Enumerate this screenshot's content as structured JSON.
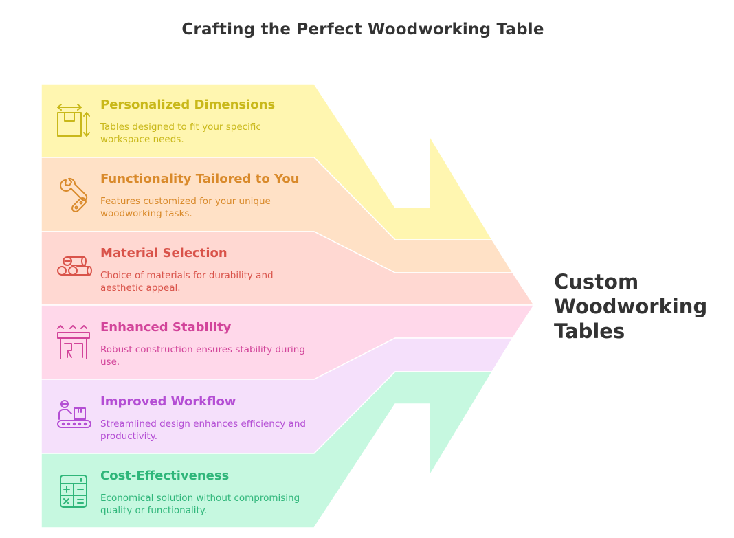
{
  "title": "Crafting the Perfect Woodworking Table",
  "target": {
    "label": "Custom Woodworking Tables"
  },
  "items": [
    {
      "title": "Personalized Dimensions",
      "description": "Tables designed to fit your specific workspace needs.",
      "icon": "resize-box-icon",
      "fill": "#fff6b0",
      "color": "#c9b81a"
    },
    {
      "title": "Functionality Tailored to You",
      "description": "Features customized for your unique woodworking tasks.",
      "icon": "wrench-icon",
      "fill": "#ffe1c6",
      "color": "#d98a2b"
    },
    {
      "title": "Material Selection",
      "description": "Choice of materials for durability and aesthetic appeal.",
      "icon": "logs-icon",
      "fill": "#ffd8d2",
      "color": "#d9534a"
    },
    {
      "title": "Enhanced Stability",
      "description": "Robust construction ensures stability during use.",
      "icon": "table-icon",
      "fill": "#ffd8ea",
      "color": "#d2449a"
    },
    {
      "title": "Improved Workflow",
      "description": "Streamlined design enhances efficiency and productivity.",
      "icon": "conveyor-worker-icon",
      "fill": "#f5e0fb",
      "color": "#b44ed4"
    },
    {
      "title": "Cost-Effectiveness",
      "description": "Economical solution without compromising quality or functionality.",
      "icon": "calculator-icon",
      "fill": "#c6f8e0",
      "color": "#2fb67a"
    }
  ]
}
